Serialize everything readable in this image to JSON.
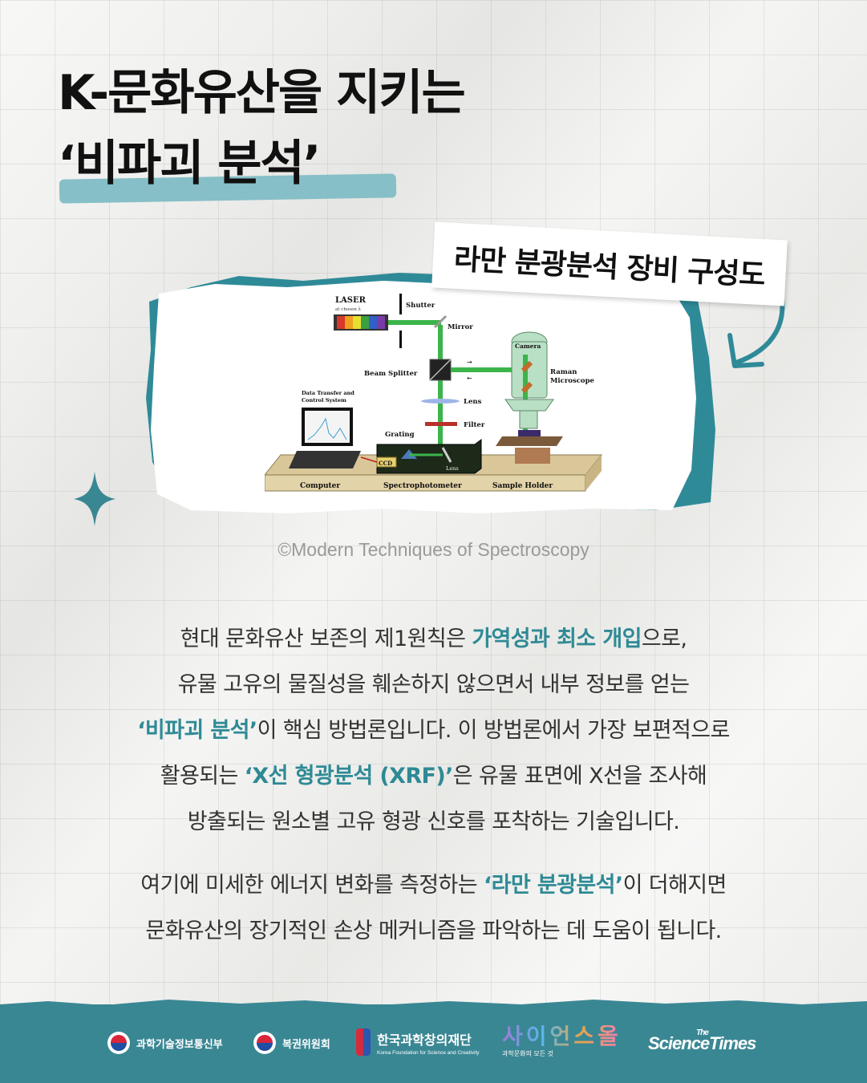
{
  "title": {
    "line1": "K-문화유산을 지키는",
    "line2": "‘비파괴 분석’"
  },
  "figure": {
    "label": "라만 분광분석 장비 구성도",
    "diagram_labels": {
      "laser": "LASER",
      "laser_sub": "at chosen λ",
      "shutter": "Shutter",
      "mirror": "Mirror",
      "beam_splitter": "Beam Splitter",
      "camera": "Camera",
      "raman_microscope_1": "Raman",
      "raman_microscope_2": "Microscope",
      "lens_top": "Lens",
      "filter": "Filter",
      "data_transfer_1": "Data Transfer and",
      "data_transfer_2": "Control System",
      "grating": "Grating",
      "ccd": "CCD",
      "lens_bottom": "Lens",
      "computer": "Computer",
      "spectrophotometer": "Spectrophotometer",
      "sample_holder": "Sample Holder"
    },
    "credit": "©Modern Techniques of Spectroscopy"
  },
  "body": {
    "p1_a": "현대 문화유산 보존의 제1원칙은 ",
    "p1_hl1": "가역성과 최소 개입",
    "p1_b": "으로,",
    "p1_c": "유물 고유의 물질성을 훼손하지 않으면서 내부 정보를 얻는",
    "p1_hl2": "‘비파괴 분석’",
    "p1_d": "이 핵심 방법론입니다. 이 방법론에서 가장 보편적으로",
    "p1_e": "활용되는 ",
    "p1_hl3": "‘X선 형광분석 (XRF)’",
    "p1_f": "은 유물 표면에 X선을 조사해",
    "p1_g": "방출되는 원소별 고유 형광 신호를 포착하는 기술입니다.",
    "p2_a": "여기에 미세한 에너지 변화를 측정하는 ",
    "p2_hl": "‘라만 분광분석’",
    "p2_b": "이 더해지면",
    "p2_c": "문화유산의 장기적인 손상 메커니즘을 파악하는 데 도움이 됩니다."
  },
  "footer": {
    "logo1": "과학기술정보통신부",
    "logo2": "복권위원회",
    "logo3_main": "한국과학창의재단",
    "logo3_sub": "Korea Foundation for Science and Creativity",
    "logo4_main": "사이언스올",
    "logo4_sub": "과학문화의 모든 것",
    "logo5_the": "The",
    "logo5_main": "ScienceTimes"
  },
  "colors": {
    "accent": "#2e8a95",
    "footer_bg": "#3a8794",
    "title_highlight": "#86bfc7",
    "frame_teal": "#2f8a98"
  }
}
